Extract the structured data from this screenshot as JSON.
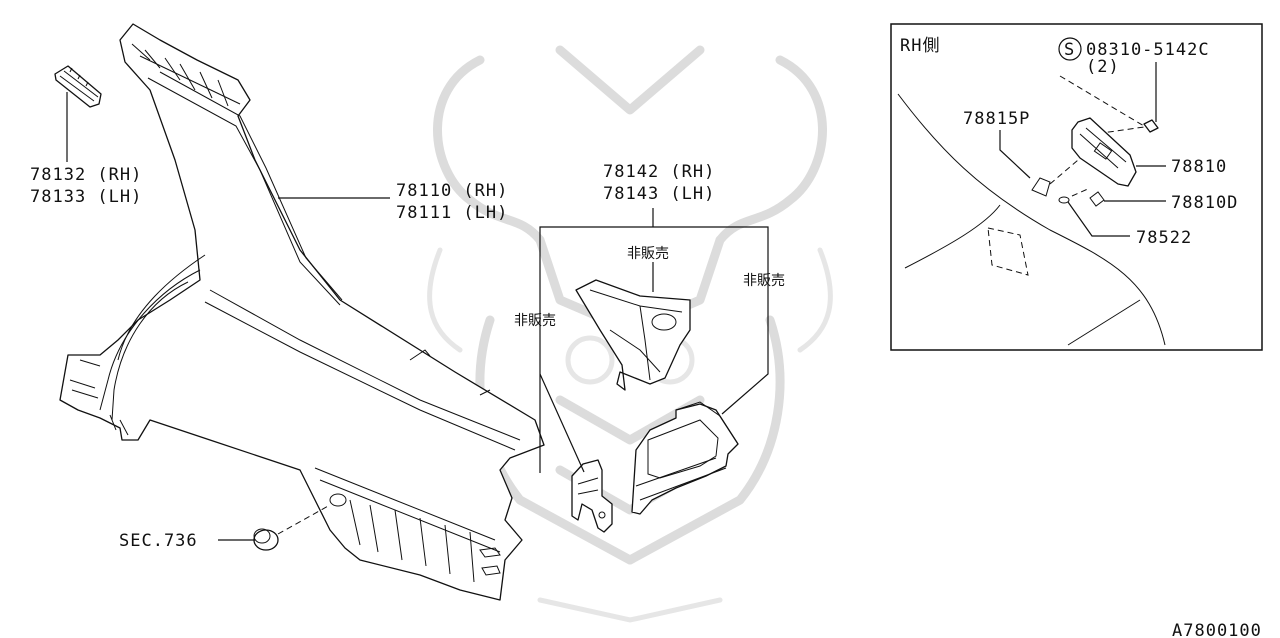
{
  "labels": {
    "p78132": "78132 (RH)",
    "p78133": "78133 (LH)",
    "p78110": "78110 (RH)",
    "p78111": "78111 (LH)",
    "p78142": "78142 (RH)",
    "p78143": "78143 (LH)",
    "not_for_sale_1": "非販売",
    "not_for_sale_2": "非販売",
    "not_for_sale_3": "非販売",
    "sec736": "SEC.736",
    "diagram_id": "A7800100"
  },
  "inset": {
    "title": "RH側",
    "screw_symbol": "S",
    "screw_part": "08310-5142C",
    "screw_qty": "(2)",
    "p78815P": "78815P",
    "p78810": "78810",
    "p78810D": "78810D",
    "p78522": "78522"
  }
}
